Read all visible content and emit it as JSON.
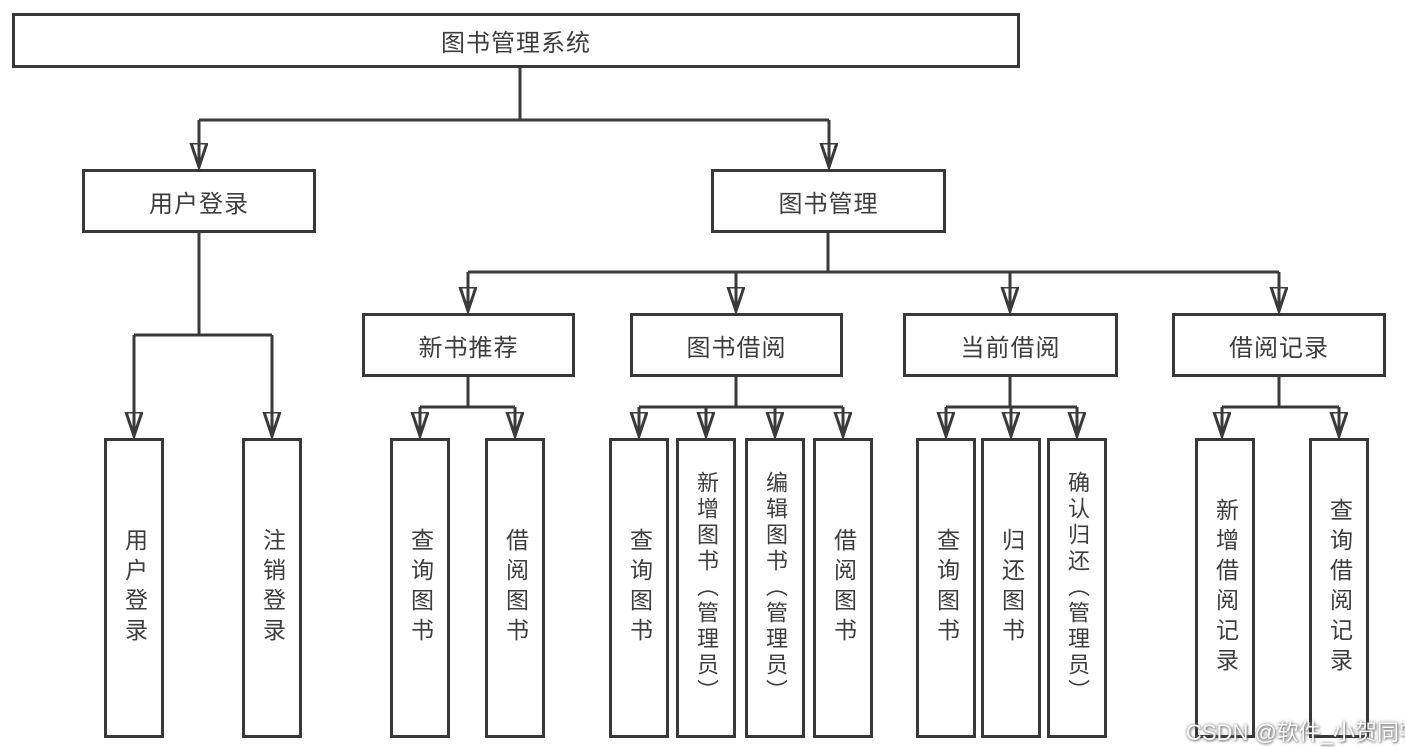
{
  "tree": {
    "label": "图书管理系统",
    "children": [
      {
        "label": "用户登录",
        "children": [
          {
            "label": "用户登录"
          },
          {
            "label": "注销登录"
          }
        ]
      },
      {
        "label": "图书管理",
        "children": [
          {
            "label": "新书推荐",
            "children": [
              {
                "label": "查询图书"
              },
              {
                "label": "借阅图书"
              }
            ]
          },
          {
            "label": "图书借阅",
            "children": [
              {
                "label": "查询图书"
              },
              {
                "label": "新增图书（管理员）"
              },
              {
                "label": "编辑图书（管理员）"
              },
              {
                "label": "借阅图书"
              }
            ]
          },
          {
            "label": "当前借阅",
            "children": [
              {
                "label": "查询图书"
              },
              {
                "label": "归还图书"
              },
              {
                "label": "确认归还（管理员）"
              }
            ]
          },
          {
            "label": "借阅记录",
            "children": [
              {
                "label": "新增借阅记录"
              },
              {
                "label": "查询借阅记录"
              }
            ]
          }
        ]
      }
    ]
  },
  "watermark": "CSDN @软件_小贺同学",
  "colors": {
    "line": "#3a3a3a",
    "box_border": "#383838",
    "text": "#3d3d3d",
    "background": "#ffffff",
    "watermark_text": "#ffffff"
  }
}
